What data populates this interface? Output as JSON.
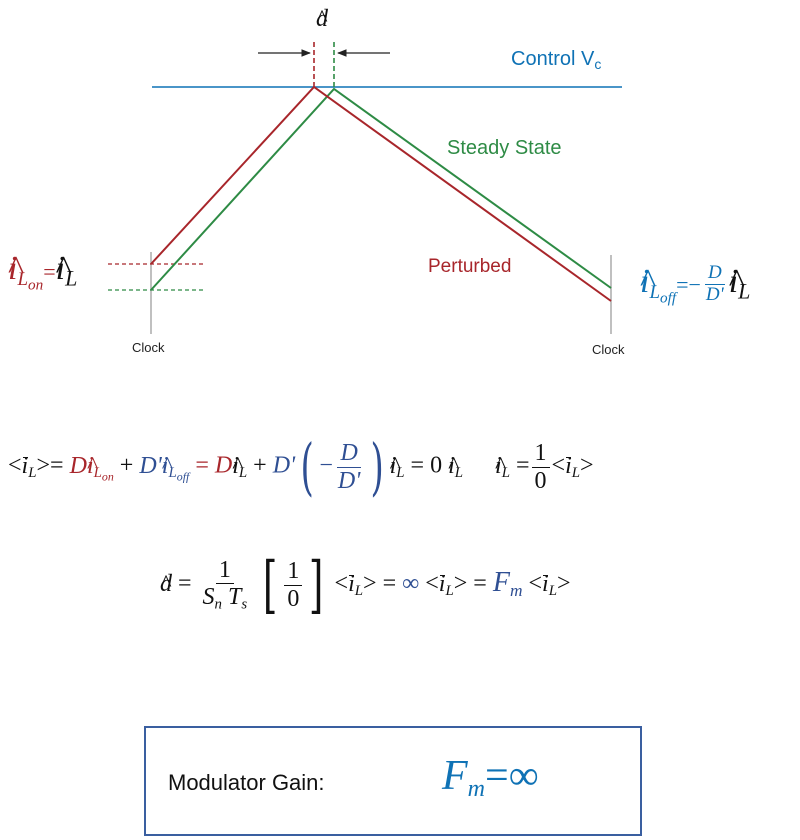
{
  "labels": {
    "control": "Control V",
    "control_sub": "c",
    "steady_state": "Steady State",
    "perturbed": "Perturbed",
    "clock_left": "Clock",
    "clock_right": "Clock",
    "modulator_gain": "Modulator Gain:"
  },
  "math": {
    "d": "d",
    "i": "i",
    "L": "L",
    "on": "on",
    "off": "off",
    "eq": "=",
    "minus": "−",
    "plus": "+",
    "D": "D",
    "Dp": "D'",
    "zero": "0",
    "one": "1",
    "lt": "<",
    "gt": ">",
    "inf": "∞",
    "Fm_F": "F",
    "Fm_sub": "m",
    "Sn_S": "S",
    "Sn_sub": "n",
    "Ts_T": "T",
    "Ts_sub": "s"
  },
  "colors": {
    "control_line": "#0f72b5",
    "steady_state": "#2e8b45",
    "perturbed": "#a8262b",
    "clock_marker": "#aaaaaa",
    "box_border": "#3a5fa0",
    "formula_blue": "#2f4f93"
  }
}
